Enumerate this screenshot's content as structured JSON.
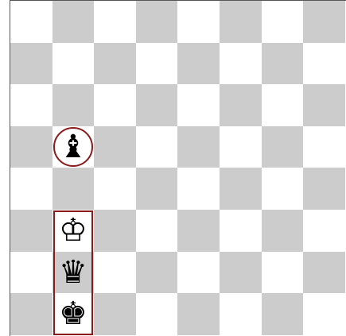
{
  "board": {
    "light_color": "#ffffff",
    "dark_color": "#cccccc",
    "highlight_color": "#8b1a1a",
    "files": 8,
    "ranks": 8
  },
  "pieces": [
    {
      "name": "black-bishop",
      "glyph": "♝",
      "square": "b5"
    },
    {
      "name": "white-king",
      "glyph": "♔",
      "square": "b3"
    },
    {
      "name": "black-queen",
      "glyph": "♛",
      "square": "b2"
    },
    {
      "name": "black-king",
      "glyph": "♚",
      "square": "b1"
    }
  ],
  "highlights": [
    {
      "type": "circle",
      "square": "b5"
    },
    {
      "type": "rectangle",
      "squares": [
        "b3",
        "b2",
        "b1"
      ]
    }
  ]
}
